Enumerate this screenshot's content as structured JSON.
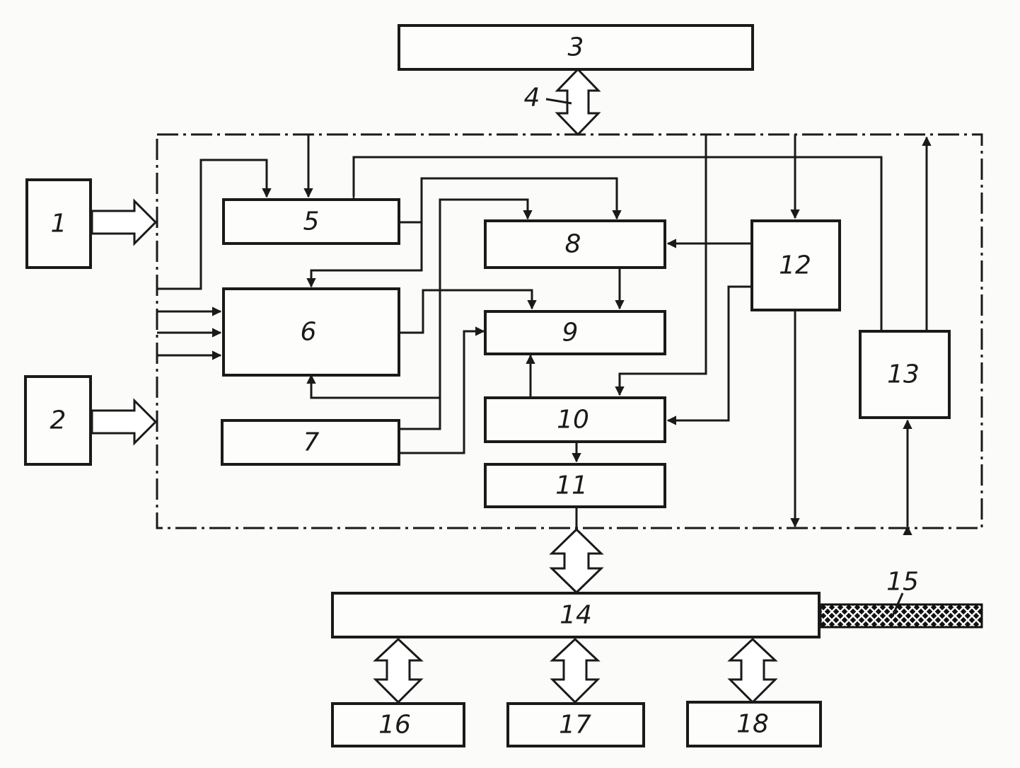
{
  "blocks": {
    "b1": "1",
    "b2": "2",
    "b3": "3",
    "b5": "5",
    "b6": "6",
    "b7": "7",
    "b8": "8",
    "b9": "9",
    "b10": "10",
    "b11": "11",
    "b12": "12",
    "b13": "13",
    "b14": "14",
    "b16": "16",
    "b17": "17",
    "b18": "18"
  },
  "callouts": {
    "c4": "4",
    "c15": "15"
  }
}
